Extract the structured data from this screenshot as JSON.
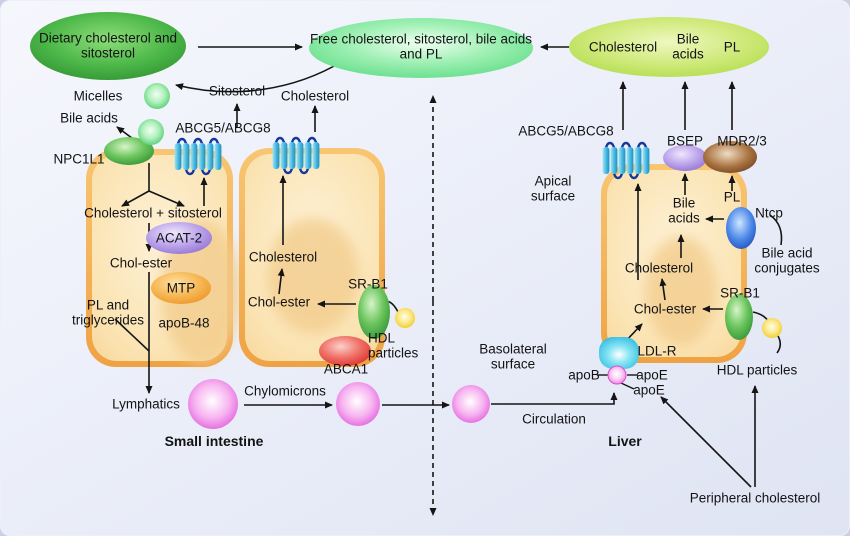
{
  "pools": {
    "dietary": "Dietary cholesterol and sitosterol",
    "free": "Free cholesterol, sitosterol, bile acids and PL",
    "bile": {
      "cholesterol": "Cholesterol",
      "bile_acids": "Bile acids",
      "pl": "PL"
    }
  },
  "intestine": {
    "micelles": "Micelles",
    "bile_acids": "Bile acids",
    "npc1l1": "NPC1L1",
    "sitosterol": "Sitosterol",
    "cholesterol_top": "Cholesterol",
    "abcg5_abcg8": "ABCG5/ABCG8",
    "chol_plus_sito": "Cholesterol + sitosterol",
    "acat2": "ACAT-2",
    "chol_ester": "Chol-ester",
    "mtp": "MTP",
    "pl_triglycerides": "PL and triglycerides",
    "apob48": "apoB-48",
    "cholesterol2": "Cholesterol",
    "chol_ester2": "Chol-ester",
    "srb1": "SR-B1",
    "hdl_particles": "HDL particles",
    "abca1": "ABCA1",
    "lymphatics": "Lymphatics",
    "chylomicrons": "Chylomicrons",
    "caption": "Small intestine"
  },
  "middle": {
    "basolateral": "Basolateral surface",
    "circulation": "Circulation"
  },
  "liver": {
    "abcg5_abcg8": "ABCG5/ABCG8",
    "apical": "Apical surface",
    "bsep": "BSEP",
    "mdr23": "MDR2/3",
    "bile_acids": "Bile acids",
    "pl": "PL",
    "ntcp": "Ntcp",
    "bile_acid_conjugates": "Bile acid conjugates",
    "cholesterol": "Cholesterol",
    "chol_ester": "Chol-ester",
    "srb1": "SR-B1",
    "ldlr": "LDL-R",
    "apob": "apoB",
    "apoe1": "apoE",
    "apoe2": "apoE",
    "hdl_particles": "HDL particles",
    "caption": "Liver",
    "peripheral": "Peripheral cholesterol"
  },
  "colors": {
    "background": "#e7ebf6",
    "dietary_pool_green": "#2f9030",
    "free_pool_green": "#55d87e",
    "bile_pool_yellow_green": "#a8d83b",
    "cell_border_orange": "#f2a747",
    "cell_fill": "#fbe4b4",
    "membrane_cyan": "#3fb4dc",
    "membrane_loop_blue": "#15379e",
    "npc1l1_green": "#3f9e3f",
    "acat2_purple": "#a88fe0",
    "mtp_orange": "#f0a335",
    "srb1_green": "#2f9e3f",
    "abca1_red": "#dd2f2f",
    "bsep_purple": "#a78ee2",
    "mdr23_brown": "#6f4426",
    "ntcp_blue": "#1c44b0",
    "ldlr_cyan": "#29b6de",
    "chylomicron_pink": "#e160dd",
    "hdl_yellow": "#efc91c",
    "micelle_green": "#4ecc70",
    "arrow_black": "#151515"
  }
}
